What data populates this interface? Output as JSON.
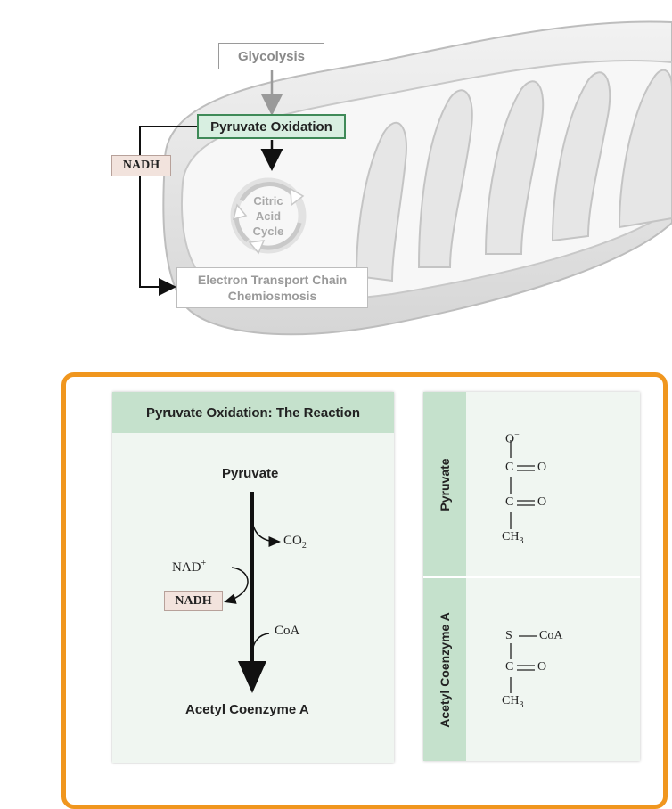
{
  "overview": {
    "glycolysis": "Glycolysis",
    "pyruvate_oxidation": "Pyruvate Oxidation",
    "nadh": "NADH",
    "citric_acid_cycle": [
      "Citric",
      "Acid",
      "Cycle"
    ],
    "etc_line1": "Electron Transport Chain",
    "etc_line2": "Chemiosmosis"
  },
  "reaction": {
    "title": "Pyruvate Oxidation: The Reaction",
    "start": "Pyruvate",
    "end": "Acetyl Coenzyme A",
    "co2": "CO",
    "co2_sub": "2",
    "nad": "NAD",
    "nad_sup": "+",
    "nadh": "NADH",
    "coa": "CoA"
  },
  "molecules": {
    "pyruvate": {
      "label": "Pyruvate",
      "o_minus": "O",
      "minus": "−",
      "c1": "C",
      "c2": "C",
      "eq_o1": "O",
      "eq_o2": "O",
      "ch3": "CH",
      "ch3_sub": "3"
    },
    "acetyl": {
      "label": "Acetyl Coenzyme A",
      "s": "S",
      "coa": "CoA",
      "c": "C",
      "eq_o": "O",
      "ch3": "CH",
      "ch3_sub": "3"
    }
  },
  "colors": {
    "accent_orange": "#f0961e",
    "card_green": "#c5e1cc",
    "card_bg": "#f0f6f1",
    "nadh_fill": "#f2e3dd",
    "pyox_border": "#3f8a58"
  }
}
